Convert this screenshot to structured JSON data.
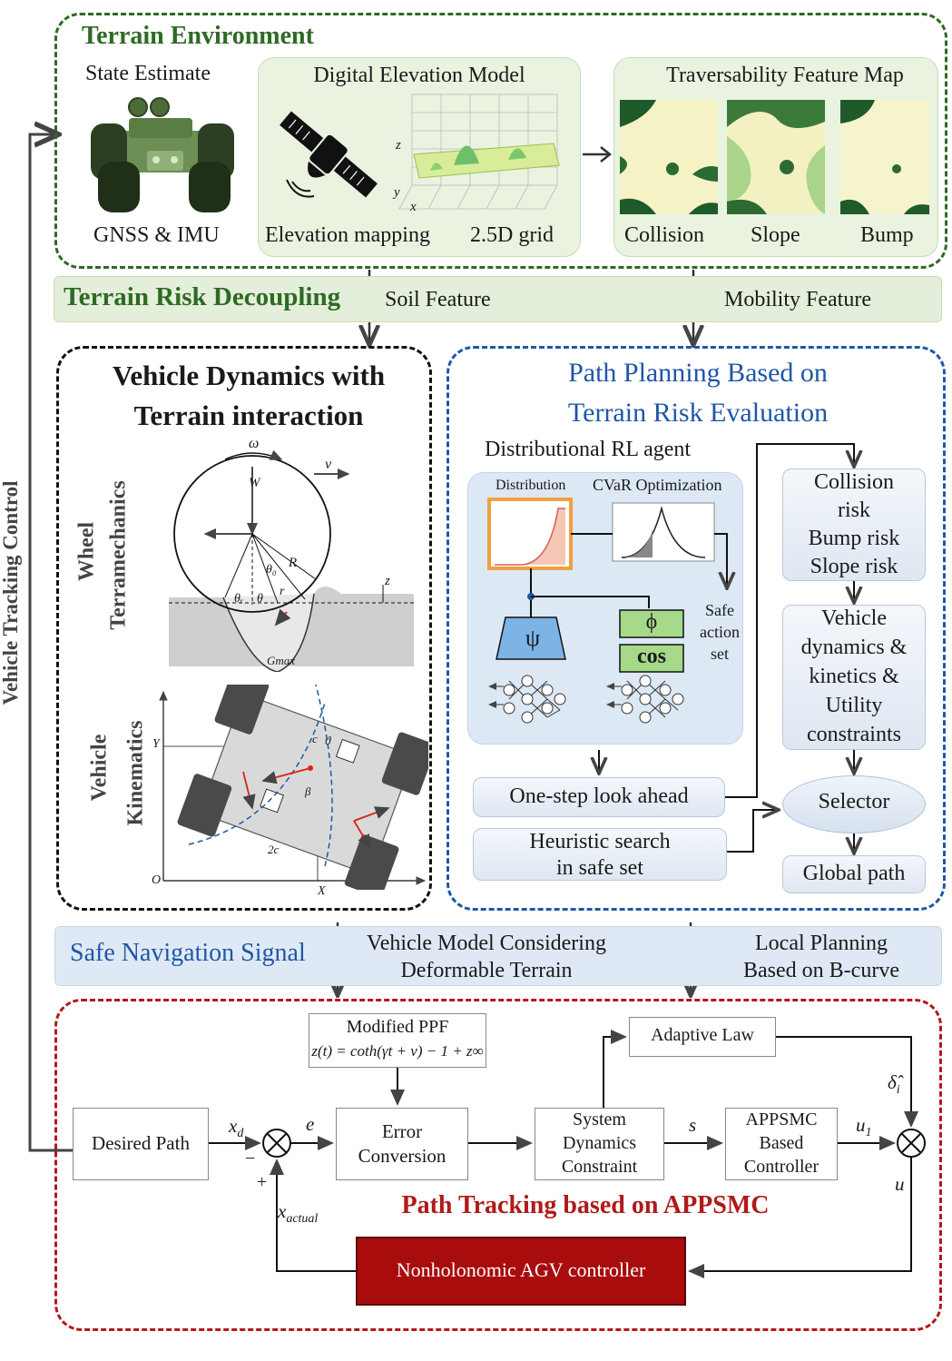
{
  "terrain": {
    "title": "Terrain Environment",
    "state_estimate": "State Estimate",
    "gnss": "GNSS & IMU",
    "dem_title": "Digital Elevation Model",
    "elev_mapping": "Elevation mapping",
    "grid": "2.5D grid",
    "tfm_title": "Traversability Feature Map",
    "maps": [
      "Collision",
      "Slope",
      "Bump"
    ],
    "axis_z": "z",
    "axis_y": "y",
    "axis_x": "x"
  },
  "decoupling": {
    "title": "Terrain Risk Decoupling",
    "soil": "Soil Feature",
    "mobility": "Mobility Feature"
  },
  "side": {
    "label": "Vehicle Tracking Control"
  },
  "dynamics": {
    "title_line1": "Vehicle Dynamics with",
    "title_line2": "Terrain interaction",
    "wheel_l1": "Wheel",
    "wheel_l2": "Terramechanics",
    "kin_l1": "Vehicle",
    "kin_l2": "Kinematics",
    "w_labels": [
      "ω",
      "v",
      "W",
      "R",
      "θ₀",
      "θᵣ",
      "θ",
      "r",
      "z",
      "Gmax"
    ],
    "k_labels": [
      "Y",
      "X",
      "O",
      "2c",
      "ϑ",
      "c",
      "β"
    ]
  },
  "planning": {
    "title_line1": "Path Planning Based on",
    "title_line2": "Terrain Risk Evaluation",
    "agent": "Distributional RL agent",
    "distribution": "Distribution",
    "cvar": "CVaR Optimization",
    "psi": "ψ",
    "phi": "ϕ",
    "cos": "cos",
    "safe_l1": "Safe",
    "safe_l2": "action",
    "safe_l3": "set",
    "risk_l1": "Collision",
    "risk_l2": "risk",
    "risk_l3": "Bump risk",
    "risk_l4": "Slope risk",
    "veh_l1": "Vehicle",
    "veh_l2": "dynamics &",
    "veh_l3": "kinetics &",
    "veh_l4": "Utility",
    "veh_l5": "constraints",
    "lookahead": "One-step look ahead",
    "heur_l1": "Heuristic search",
    "heur_l2": "in safe set",
    "selector": "Selector",
    "global": "Global path"
  },
  "signal": {
    "title": "Safe Navigation Signal",
    "model_l1": "Vehicle Model Considering",
    "model_l2": "Deformable Terrain",
    "local_l1": "Local Planning",
    "local_l2": "Based on B-curve"
  },
  "tracking": {
    "title": "Path Tracking based on APPSMC",
    "ppf_l1": "Modified PPF",
    "ppf_l2": "z(t) = coth(γt + v) − 1 + z∞",
    "adaptive": "Adaptive Law",
    "desired": "Desired Path",
    "error_l1": "Error",
    "error_l2": "Conversion",
    "sys_l1": "System",
    "sys_l2": "Dynamics",
    "sys_l3": "Constraint",
    "ctrl_l1": "APPSMC",
    "ctrl_l2": "Based",
    "ctrl_l3": "Controller",
    "agv": "Nonholonomic AGV controller",
    "xd": "x",
    "xd_sub": "d",
    "e": "e",
    "s": "s",
    "u1": "u",
    "u1_sub": "1",
    "u": "u",
    "delta": "δ̂",
    "delta_sub": "i",
    "xa": "x",
    "xa_sub": "actual",
    "minus": "−",
    "plus": "+"
  },
  "colors": {
    "green": "#2e6a24",
    "blue": "#1f56a8",
    "red": "#b01a1a",
    "agv_fill": "#a80c0c"
  }
}
